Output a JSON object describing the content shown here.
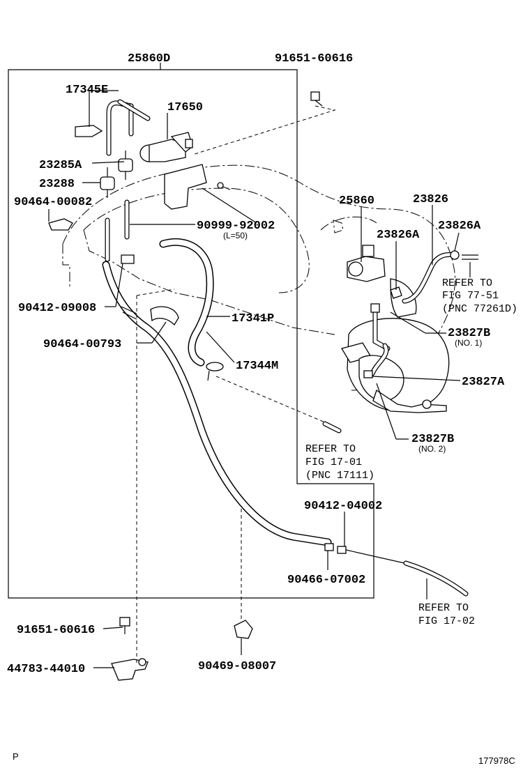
{
  "labels": {
    "p25860D": "25860D",
    "p91651_60616_top": "91651-60616",
    "p17345E": "17345E",
    "p17650": "17650",
    "p23285A": "23285A",
    "p23288": "23288",
    "p90464_00082": "90464-00082",
    "p90999_92002": "90999-92002",
    "p90999_note": "(L=50)",
    "p25860": "25860",
    "p23826": "23826",
    "p23826A_left": "23826A",
    "p23826A_right": "23826A",
    "p90412_09008": "90412-09008",
    "p17341P": "17341P",
    "p90464_00793": "90464-00793",
    "p17344M": "17344M",
    "p23827B_1": "23827B",
    "p23827B_1_note": "(NO. 1)",
    "p23827A": "23827A",
    "p23827B_2": "23827B",
    "p23827B_2_note": "(NO. 2)",
    "p90412_04002": "90412-04002",
    "p90466_07002": "90466-07002",
    "p91651_60616_bottom": "91651-60616",
    "p44783_44010": "44783-44010",
    "p90469_08007": "90469-08007"
  },
  "references": {
    "fig77_51": [
      "REFER TO",
      "FIG 77-51",
      "(PNC 77261D)"
    ],
    "fig17_01": [
      "REFER TO",
      "FIG 17-01",
      "(PNC 17111)"
    ],
    "fig17_02": [
      "REFER TO",
      "FIG 17-02"
    ]
  },
  "corner": {
    "left": "P",
    "right": "177978C"
  }
}
